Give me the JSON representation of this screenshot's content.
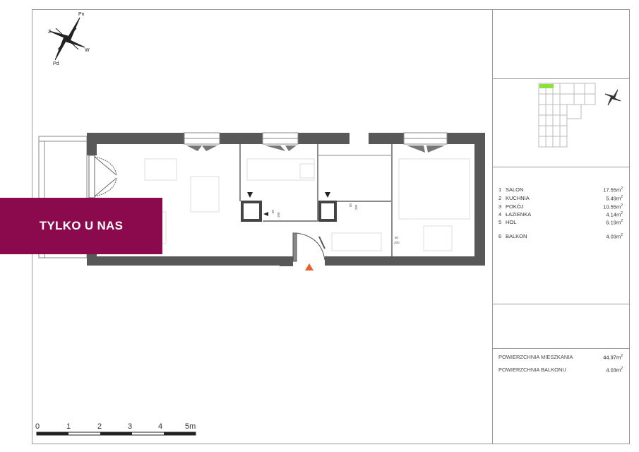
{
  "compass": {
    "n": "Pn",
    "s": "Pd",
    "e": "W",
    "w": "Z"
  },
  "badge": {
    "text": "TYLKO U NAS"
  },
  "rooms": [
    {
      "num": "1",
      "name": "SALON",
      "area": "17.55m"
    },
    {
      "num": "2",
      "name": "KUCHNIA",
      "area": "5.49m"
    },
    {
      "num": "3",
      "name": "POKÓJ",
      "area": "10.55m"
    },
    {
      "num": "4",
      "name": "ŁAZIENKA",
      "area": "4.14m"
    },
    {
      "num": "5",
      "name": "HOL",
      "area": "6.19m"
    },
    {
      "num": "6",
      "name": "BALKON",
      "area": "4.03m"
    }
  ],
  "area_unit_sup": "2",
  "totals": {
    "flat_label": "POWIERZCHNIA MIESZKANIA",
    "flat_value": "44.97m",
    "balcony_label": "POWIERZCHNIA BALKONU",
    "balcony_value": "4.03m"
  },
  "door_labels": {
    "bath": [
      "80",
      "200"
    ],
    "hall": [
      "80",
      "205"
    ],
    "room": [
      "80",
      "200"
    ]
  },
  "scale": {
    "labels": [
      "0",
      "1",
      "2",
      "3",
      "4",
      "5m"
    ]
  },
  "colors": {
    "wall": "#585858",
    "badge": "#8a0a4d",
    "entrance": "#e8602c",
    "highlight": "#8fe03a"
  }
}
